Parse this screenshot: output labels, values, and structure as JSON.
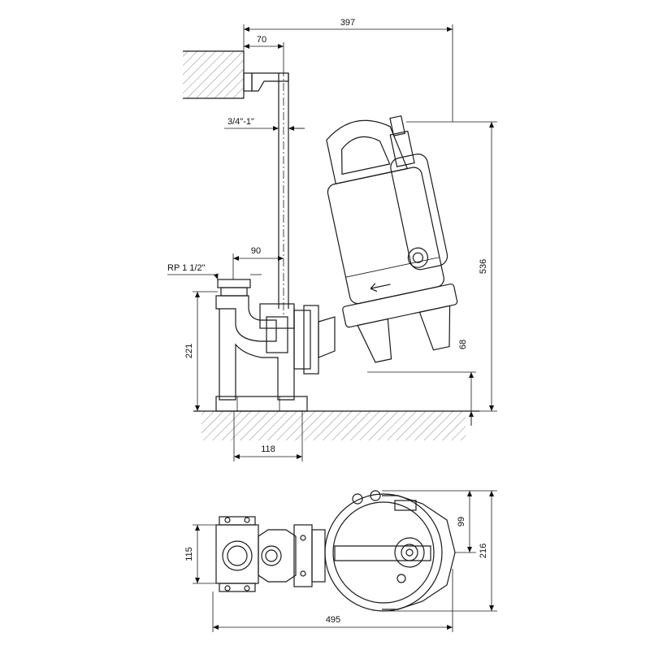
{
  "dimensions": {
    "overall_width_side": "397",
    "bracket_offset": "70",
    "pipe_thread": "3/4\"-1\"",
    "pipe_offset": "90",
    "outlet_thread": "RP 1 1/2\"",
    "coupling_height": "221",
    "foot_width": "118",
    "total_height": "536",
    "inlet_height": "68",
    "coupling_width_top": "115",
    "pump_offset_top": "99",
    "overall_depth_top": "216",
    "overall_length_top": "495"
  }
}
